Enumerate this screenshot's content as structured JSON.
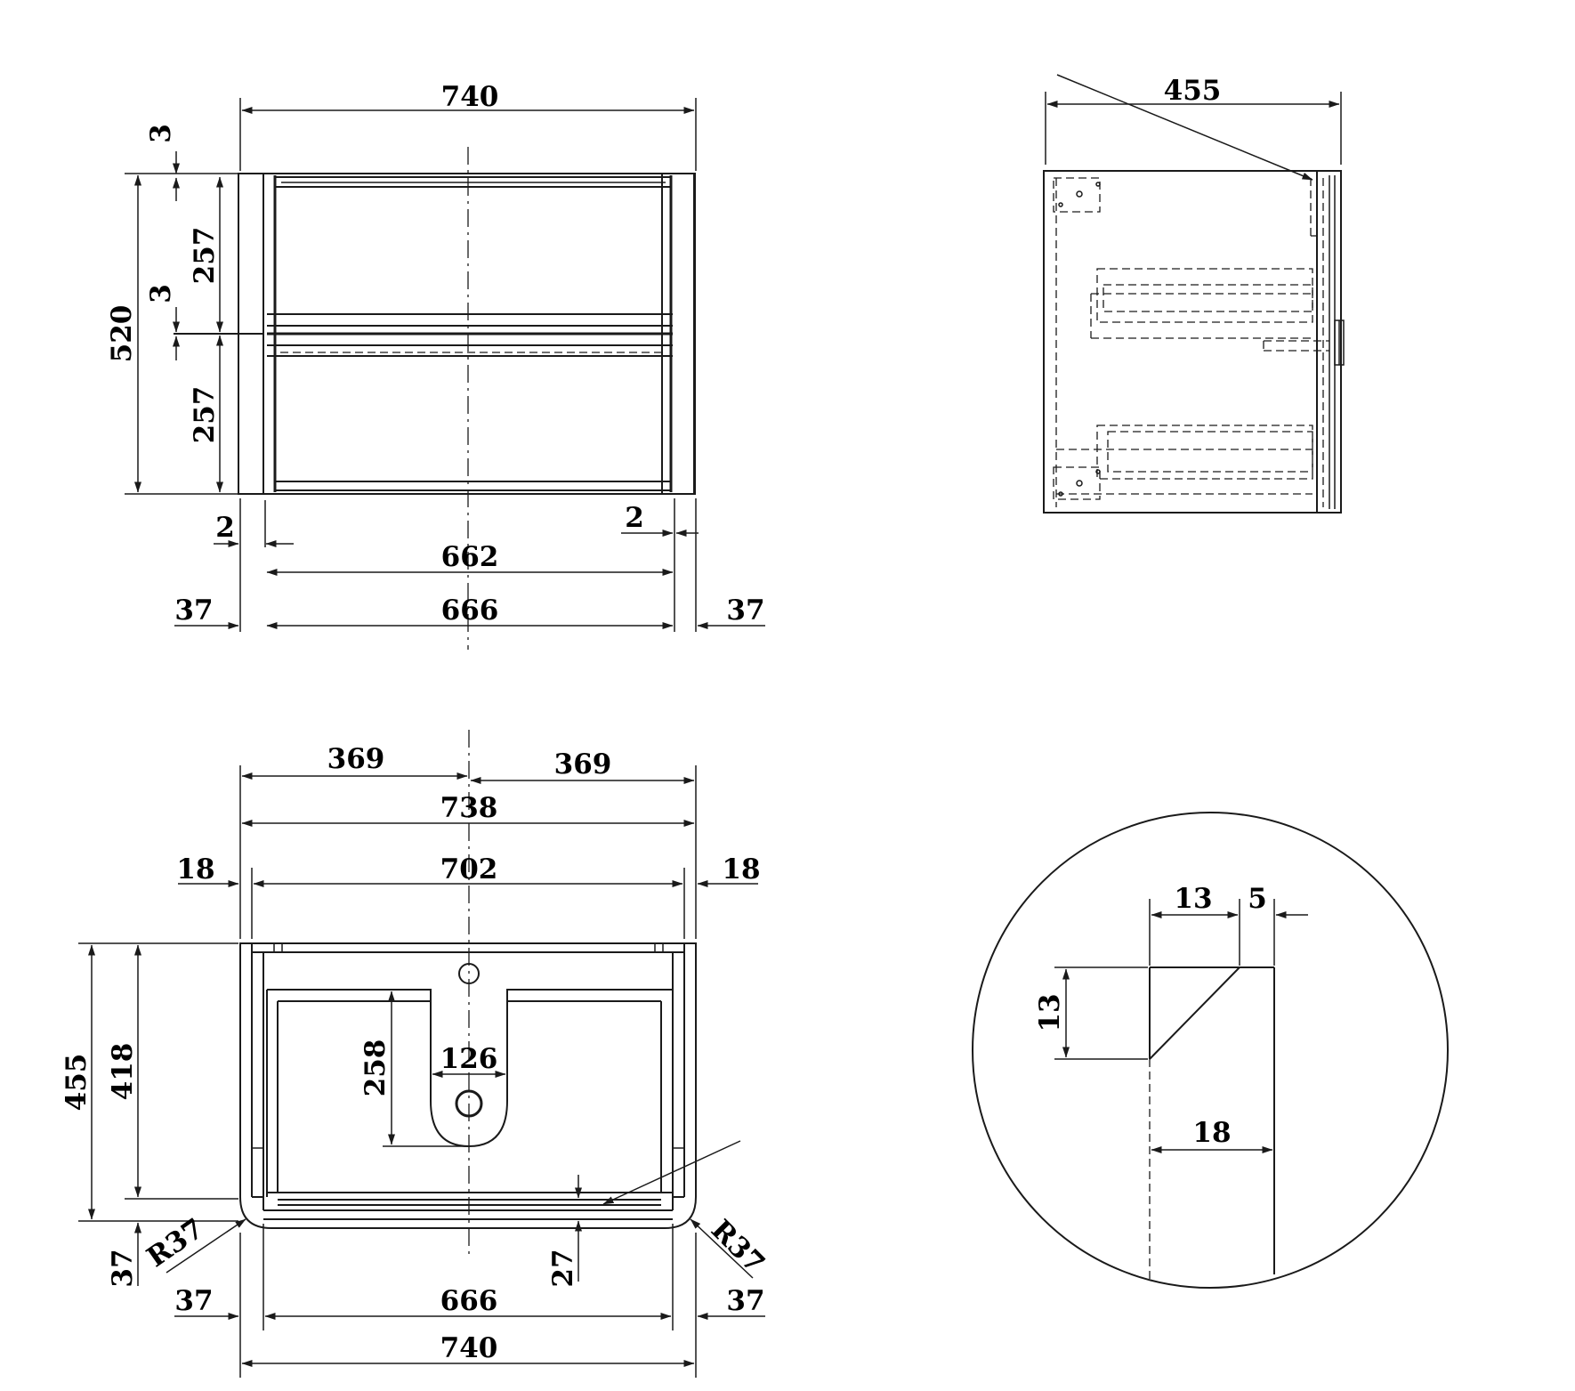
{
  "colors": {
    "line": "#1a1a1a",
    "background": "#ffffff"
  },
  "front_view": {
    "width_overall": "740",
    "height_overall": "520",
    "gap_top": "3",
    "gap_middle": "3",
    "drawer_top": "257",
    "drawer_bottom": "257",
    "reveal_left": "2",
    "reveal_right": "2",
    "inner_width": "662",
    "bottom_width": "666",
    "side_left": "37",
    "side_right": "37"
  },
  "side_view": {
    "depth": "455"
  },
  "top_view": {
    "half_left": "369",
    "half_right": "369",
    "width_738": "738",
    "width_702": "702",
    "side_left": "18",
    "side_right": "18",
    "depth_overall": "455",
    "depth_inner": "418",
    "cutout_depth": "258",
    "cutout_width": "126",
    "bottom_offset": "27",
    "corner_depth": "37",
    "radius_left": "R37",
    "radius_right": "R37",
    "bottom_left": "37",
    "bottom_center": "666",
    "bottom_right": "37",
    "width_overall": "740"
  },
  "detail_view": {
    "top_13": "13",
    "top_5": "5",
    "bevel_13": "13",
    "thickness_18": "18"
  }
}
